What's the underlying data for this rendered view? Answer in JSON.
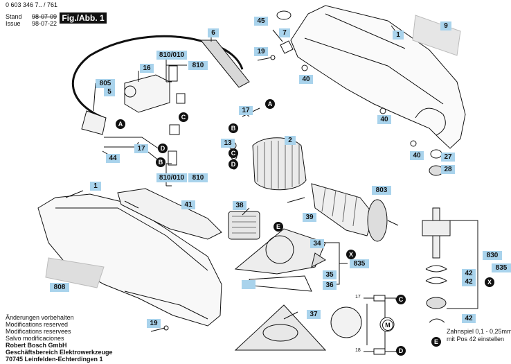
{
  "header": {
    "doc_number": "0 603 346 7.. / 761",
    "stand_label": "Stand",
    "issue_label": "Issue",
    "date_struck": "98-07-09",
    "date_current": "98-07-22",
    "figure": "Fig./Abb. 1"
  },
  "notes": [
    "Änderungen vorbehalten",
    "Modifications reserved",
    "Modifications reservees",
    "Salvo modificaciones"
  ],
  "company": [
    "Robert Bosch GmbH",
    "Geschäftsbereich Elektrowerkzeuge",
    "70745 Leinfelden-Echterdingen 1"
  ],
  "part_labels": {
    "p1_top": "1",
    "p1_left": "1",
    "p2": "2",
    "p5": "5",
    "p6": "6",
    "p7": "7",
    "p9": "9",
    "p13": "13",
    "p16": "16",
    "p17_top": "17",
    "p17_left": "17",
    "p19_top": "19",
    "p19_bottom": "19",
    "p27": "27",
    "p28": "28",
    "p34": "34",
    "p35": "35",
    "p36": "36",
    "p37": "37",
    "p38": "38",
    "p39": "39",
    "p40_a": "40",
    "p40_b": "40",
    "p40_c": "40",
    "p41": "41",
    "p42_a": "42",
    "p42_b": "42",
    "p42_c": "42",
    "p44": "44",
    "p45": "45",
    "p803": "803",
    "p805": "805",
    "p808": "808",
    "p810_top": "810",
    "p810_bottom": "810",
    "p810010_top": "810/010",
    "p810010_bottom": "810/010",
    "p830": "830",
    "p835_mid": "835",
    "p835_right": "835"
  },
  "markers": {
    "A": "A",
    "B": "B",
    "C": "C",
    "D": "D",
    "E": "E",
    "X": "X",
    "M": "M"
  },
  "annotations": {
    "wire_17": "17",
    "wire_18": "18",
    "gear_note_1": "Zahnspiel 0,1 - 0,25mm",
    "gear_note_2": "mit Pos 42 einstellen"
  }
}
